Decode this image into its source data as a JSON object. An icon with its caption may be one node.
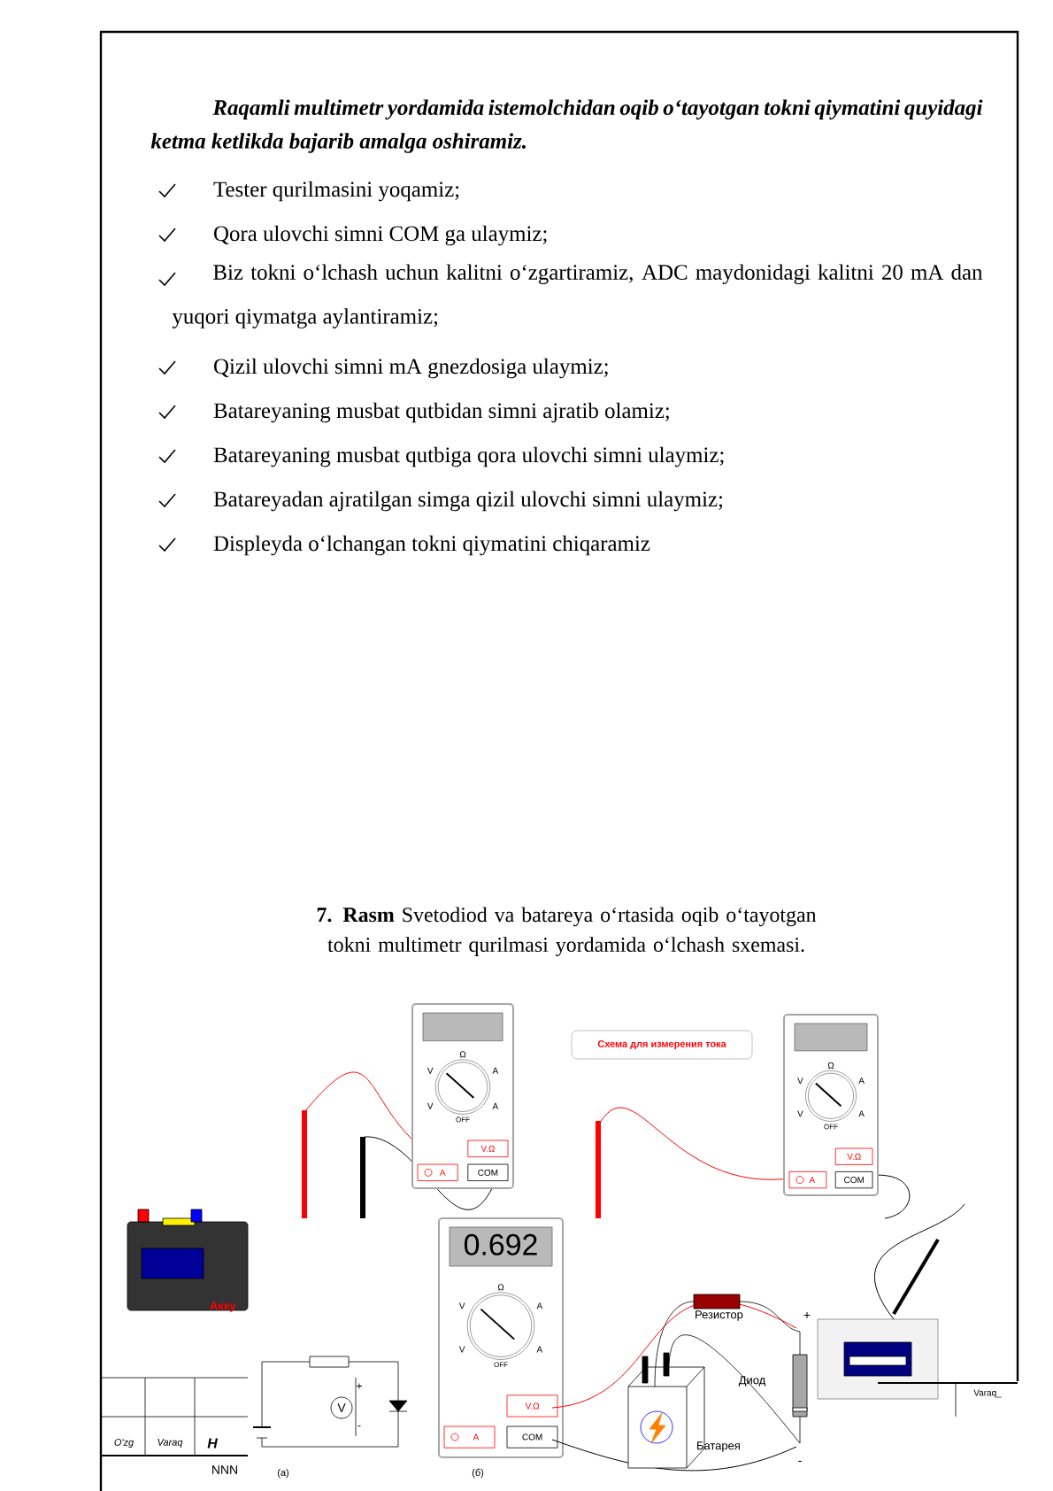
{
  "diagram": {
    "caption": "**7. Rasm** Svetodiod va batareya o‘rtasida oqib o‘tayotgan tokni multimetr qurilmasi yordamida o‘lchash sxemasi.",
    "labels": [
      "Raqamli multimetr yordamida istemolchidan oqib o‘tayotgan tokni qiymatini quyidagi ketma ketlikda bajarib amalga oshiramiz.",
      "Tester qurilmasini yoqamiz;",
      "Qora ulovchi simni COM ga ulaymiz;",
      "Biz tokni o‘lchash uchun kalitni o‘zgartiramiz, ADC maydonidagi kalitni 20 mA dan yuqori qiymatga aylantiramiz;",
      "Qizil ulovchi simni mA gnezdosiga ulaymiz;",
      "Batareyaning musbat qutbidan simni ajratib olamiz;",
      "Batareyaning musbat qutbiga qora ulovchi simni ulaymiz;",
      "Batareyadan ajratilgan simga qizil ulovchi simni ulaymiz;",
      "Displeyda o‘lchangan tokni qiymatini chiqaramiz",
      "Схема для измерения тока",
      "Ω",
      "V",
      "A",
      "V",
      "A",
      "OFF",
      "V.Ω",
      "A",
      "COM",
      "Ω",
      "V",
      "A",
      "V",
      "A",
      "OFF",
      "V.Ω",
      "A",
      "COM",
      "Акку",
      "V",
      "+",
      "-",
      "0.692",
      "Ω",
      "V",
      "A",
      "V",
      "A",
      "OFF",
      "V.Ω",
      "A",
      "COM",
      "Резистор",
      "+",
      "Диод",
      "Батарея",
      "-",
      "(a)",
      "(б)",
      "O'zg",
      "Varaq",
      "H",
      "NNN",
      "Varaq_"
    ]
  }
}
